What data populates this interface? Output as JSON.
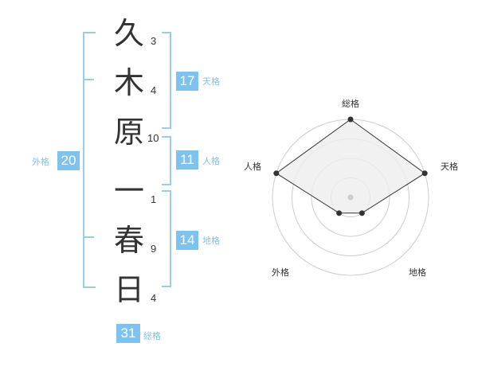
{
  "name_chars": [
    {
      "char": "久",
      "strokes": "3"
    },
    {
      "char": "木",
      "strokes": "4"
    },
    {
      "char": "原",
      "strokes": "10"
    },
    {
      "char": "一",
      "strokes": "1"
    },
    {
      "char": "春",
      "strokes": "9"
    },
    {
      "char": "日",
      "strokes": "4"
    }
  ],
  "kakusu": {
    "tenkaku": {
      "value": "17",
      "label": "天格"
    },
    "jinkaku": {
      "value": "11",
      "label": "人格"
    },
    "chikaku": {
      "value": "14",
      "label": "地格"
    },
    "gaikaku": {
      "value": "20",
      "label": "外格"
    },
    "soukaku": {
      "value": "31",
      "label": "総格"
    }
  },
  "radar": {
    "axes": [
      "総格",
      "天格",
      "地格",
      "外格",
      "人格"
    ],
    "levels": 4,
    "values": [
      4,
      4,
      1,
      1,
      4
    ],
    "colors": {
      "ring": "#cccccc",
      "fill": "#eeeeee",
      "line": "#333333",
      "point": "#333333",
      "center": "#cccccc"
    }
  }
}
